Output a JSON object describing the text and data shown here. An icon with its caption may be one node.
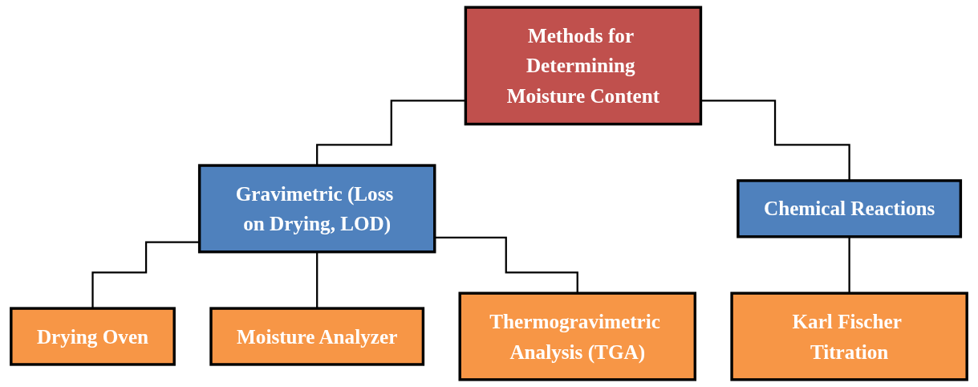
{
  "diagram": {
    "nodes": [
      {
        "text": [
          "Methods for Determining Moisture Content"
        ]
      },
      {
        "text": [
          "Gravimetric (Loss on Drying, LOD)"
        ]
      },
      {
        "text": [
          "Chemical Reactions"
        ]
      },
      {
        "text": [
          "Drying Oven"
        ]
      },
      {
        "text": [
          "Moisture Analyzer"
        ]
      },
      {
        "text": [
          "Thermogravimetric Analysis (TGA)"
        ]
      },
      {
        "text": [
          "Karl Fischer Titration"
        ]
      }
    ],
    "edges": [
      {
        "from": 0,
        "to": 1,
        "arrow": "none"
      },
      {
        "from": 0,
        "to": 2,
        "arrow": "none"
      },
      {
        "from": 1,
        "to": 3,
        "arrow": "none"
      },
      {
        "from": 1,
        "to": 4,
        "arrow": "none"
      },
      {
        "from": 1,
        "to": 5,
        "arrow": "none"
      },
      {
        "from": 2,
        "to": 6,
        "arrow": "none"
      }
    ]
  }
}
